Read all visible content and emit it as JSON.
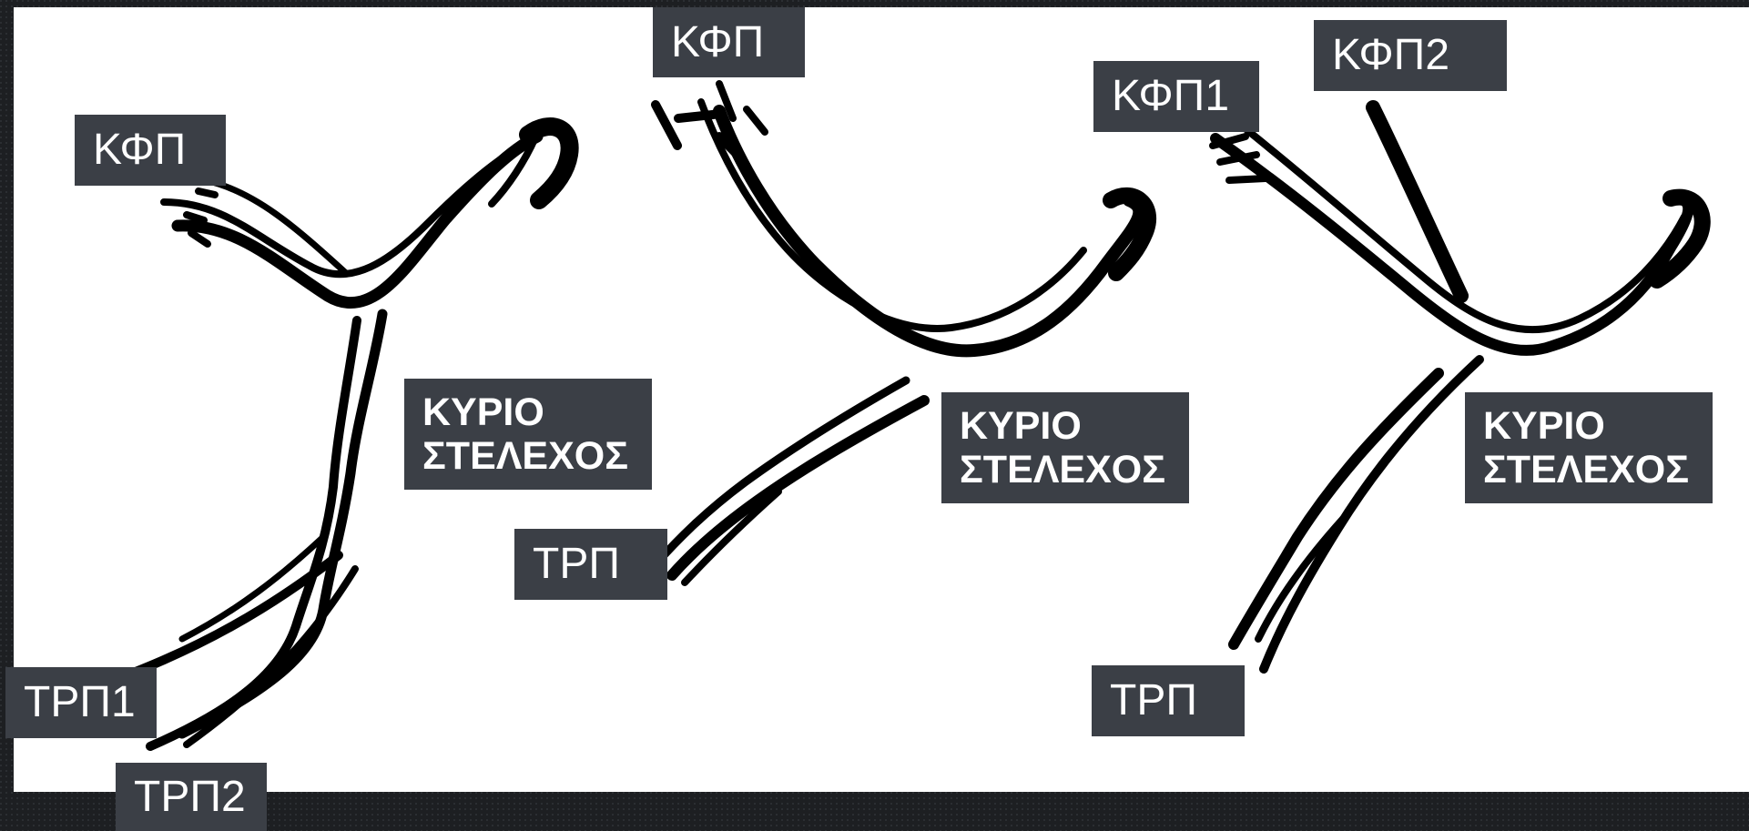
{
  "labels": {
    "left": {
      "branch_top": "ΚΦΠ",
      "main_trunk": "ΚΥΡΙΟ ΣΤΕΛΕΧΟΣ",
      "branch_bottom_1": "ΤΡΠ1",
      "branch_bottom_2": "ΤΡΠ2"
    },
    "middle": {
      "branch_top": "ΚΦΠ",
      "main_trunk": "ΚΥΡΙΟ ΣΤΕΛΕΧΟΣ",
      "branch_bottom": "ΤΡΠ"
    },
    "right": {
      "branch_top_1": "ΚΦΠ1",
      "branch_top_2": "ΚΦΠ2",
      "main_trunk": "ΚΥΡΙΟ ΣΤΕΛΕΧΟΣ",
      "branch_bottom": "ΤΡΠ"
    }
  },
  "colors": {
    "background": "#1d1f22",
    "canvas": "#ffffff",
    "label_fill": "#3b3f46",
    "label_text": "#ffffff",
    "vessel_line": "#000000"
  }
}
